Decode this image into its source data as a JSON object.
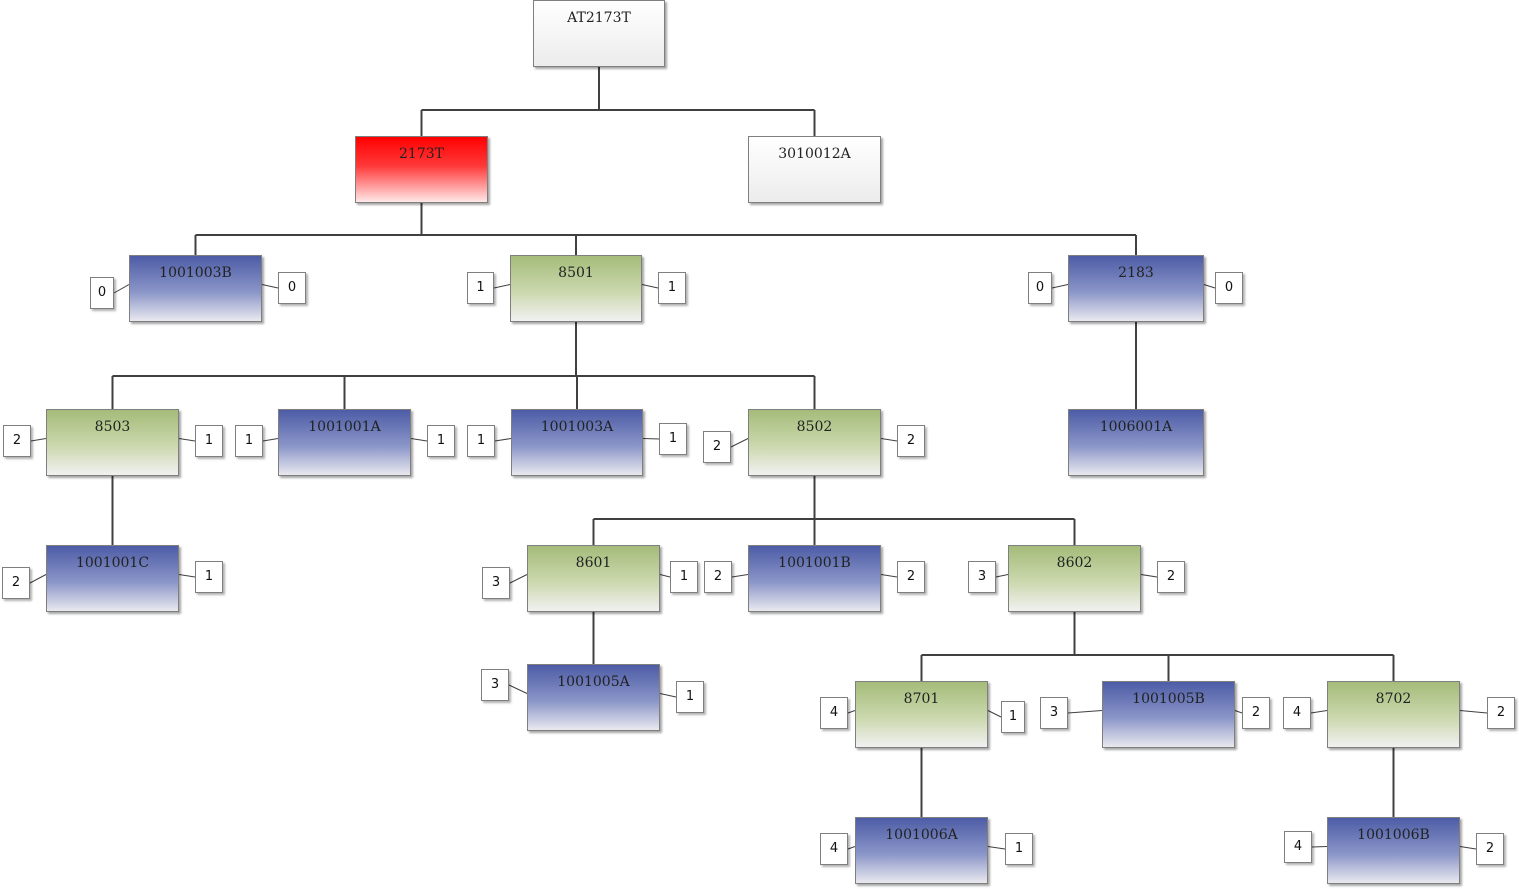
{
  "nodes": [
    {
      "id": "n0",
      "label": "AT2173T",
      "style": "white",
      "parent": null,
      "left": null,
      "right": null
    },
    {
      "id": "n1",
      "label": "2173T",
      "style": "red",
      "parent": "n0",
      "left": null,
      "right": null
    },
    {
      "id": "n2",
      "label": "3010012A",
      "style": "white",
      "parent": "n0",
      "left": null,
      "right": null
    },
    {
      "id": "n3",
      "label": "1001003B",
      "style": "blue",
      "parent": "n1",
      "left": "0",
      "right": "0"
    },
    {
      "id": "n4",
      "label": "8501",
      "style": "green",
      "parent": "n1",
      "left": "1",
      "right": "1"
    },
    {
      "id": "n5",
      "label": "2183",
      "style": "blue",
      "parent": "n1",
      "left": "0",
      "right": "0"
    },
    {
      "id": "n6",
      "label": "8503",
      "style": "green",
      "parent": "n4",
      "left": "2",
      "right": "1"
    },
    {
      "id": "n7",
      "label": "1001001A",
      "style": "blue",
      "parent": "n4",
      "left": "1",
      "right": "1"
    },
    {
      "id": "n8",
      "label": "1001003A",
      "style": "blue",
      "parent": "n4",
      "left": "1",
      "right": "1"
    },
    {
      "id": "n9",
      "label": "8502",
      "style": "green",
      "parent": "n4",
      "left": "2",
      "right": "2"
    },
    {
      "id": "n10",
      "label": "1006001A",
      "style": "blue",
      "parent": "n5",
      "left": null,
      "right": null
    },
    {
      "id": "n11",
      "label": "1001001C",
      "style": "blue",
      "parent": "n6",
      "left": "2",
      "right": "1"
    },
    {
      "id": "n12",
      "label": "8601",
      "style": "green",
      "parent": "n9",
      "left": "3",
      "right": "1"
    },
    {
      "id": "n13",
      "label": "1001001B",
      "style": "blue",
      "parent": "n9",
      "left": "2",
      "right": "2"
    },
    {
      "id": "n14",
      "label": "8602",
      "style": "green",
      "parent": "n9",
      "left": "3",
      "right": "2"
    },
    {
      "id": "n15",
      "label": "1001005A",
      "style": "blue",
      "parent": "n12",
      "left": "3",
      "right": "1"
    },
    {
      "id": "n16",
      "label": "8701",
      "style": "green",
      "parent": "n14",
      "left": "4",
      "right": "1"
    },
    {
      "id": "n17",
      "label": "1001005B",
      "style": "blue",
      "parent": "n14",
      "left": "3",
      "right": "2"
    },
    {
      "id": "n18",
      "label": "8702",
      "style": "green",
      "parent": "n14",
      "left": "4",
      "right": "2"
    },
    {
      "id": "n19",
      "label": "1001006A",
      "style": "blue",
      "parent": "n16",
      "left": "4",
      "right": "1"
    },
    {
      "id": "n20",
      "label": "1001006B",
      "style": "blue",
      "parent": "n18",
      "left": "4",
      "right": "2"
    }
  ],
  "colors": {
    "line": "#404040",
    "border": "#7f7f7f",
    "red": "#ff0000",
    "green": "#a4bc7a",
    "blue": "#4d5ca6"
  }
}
